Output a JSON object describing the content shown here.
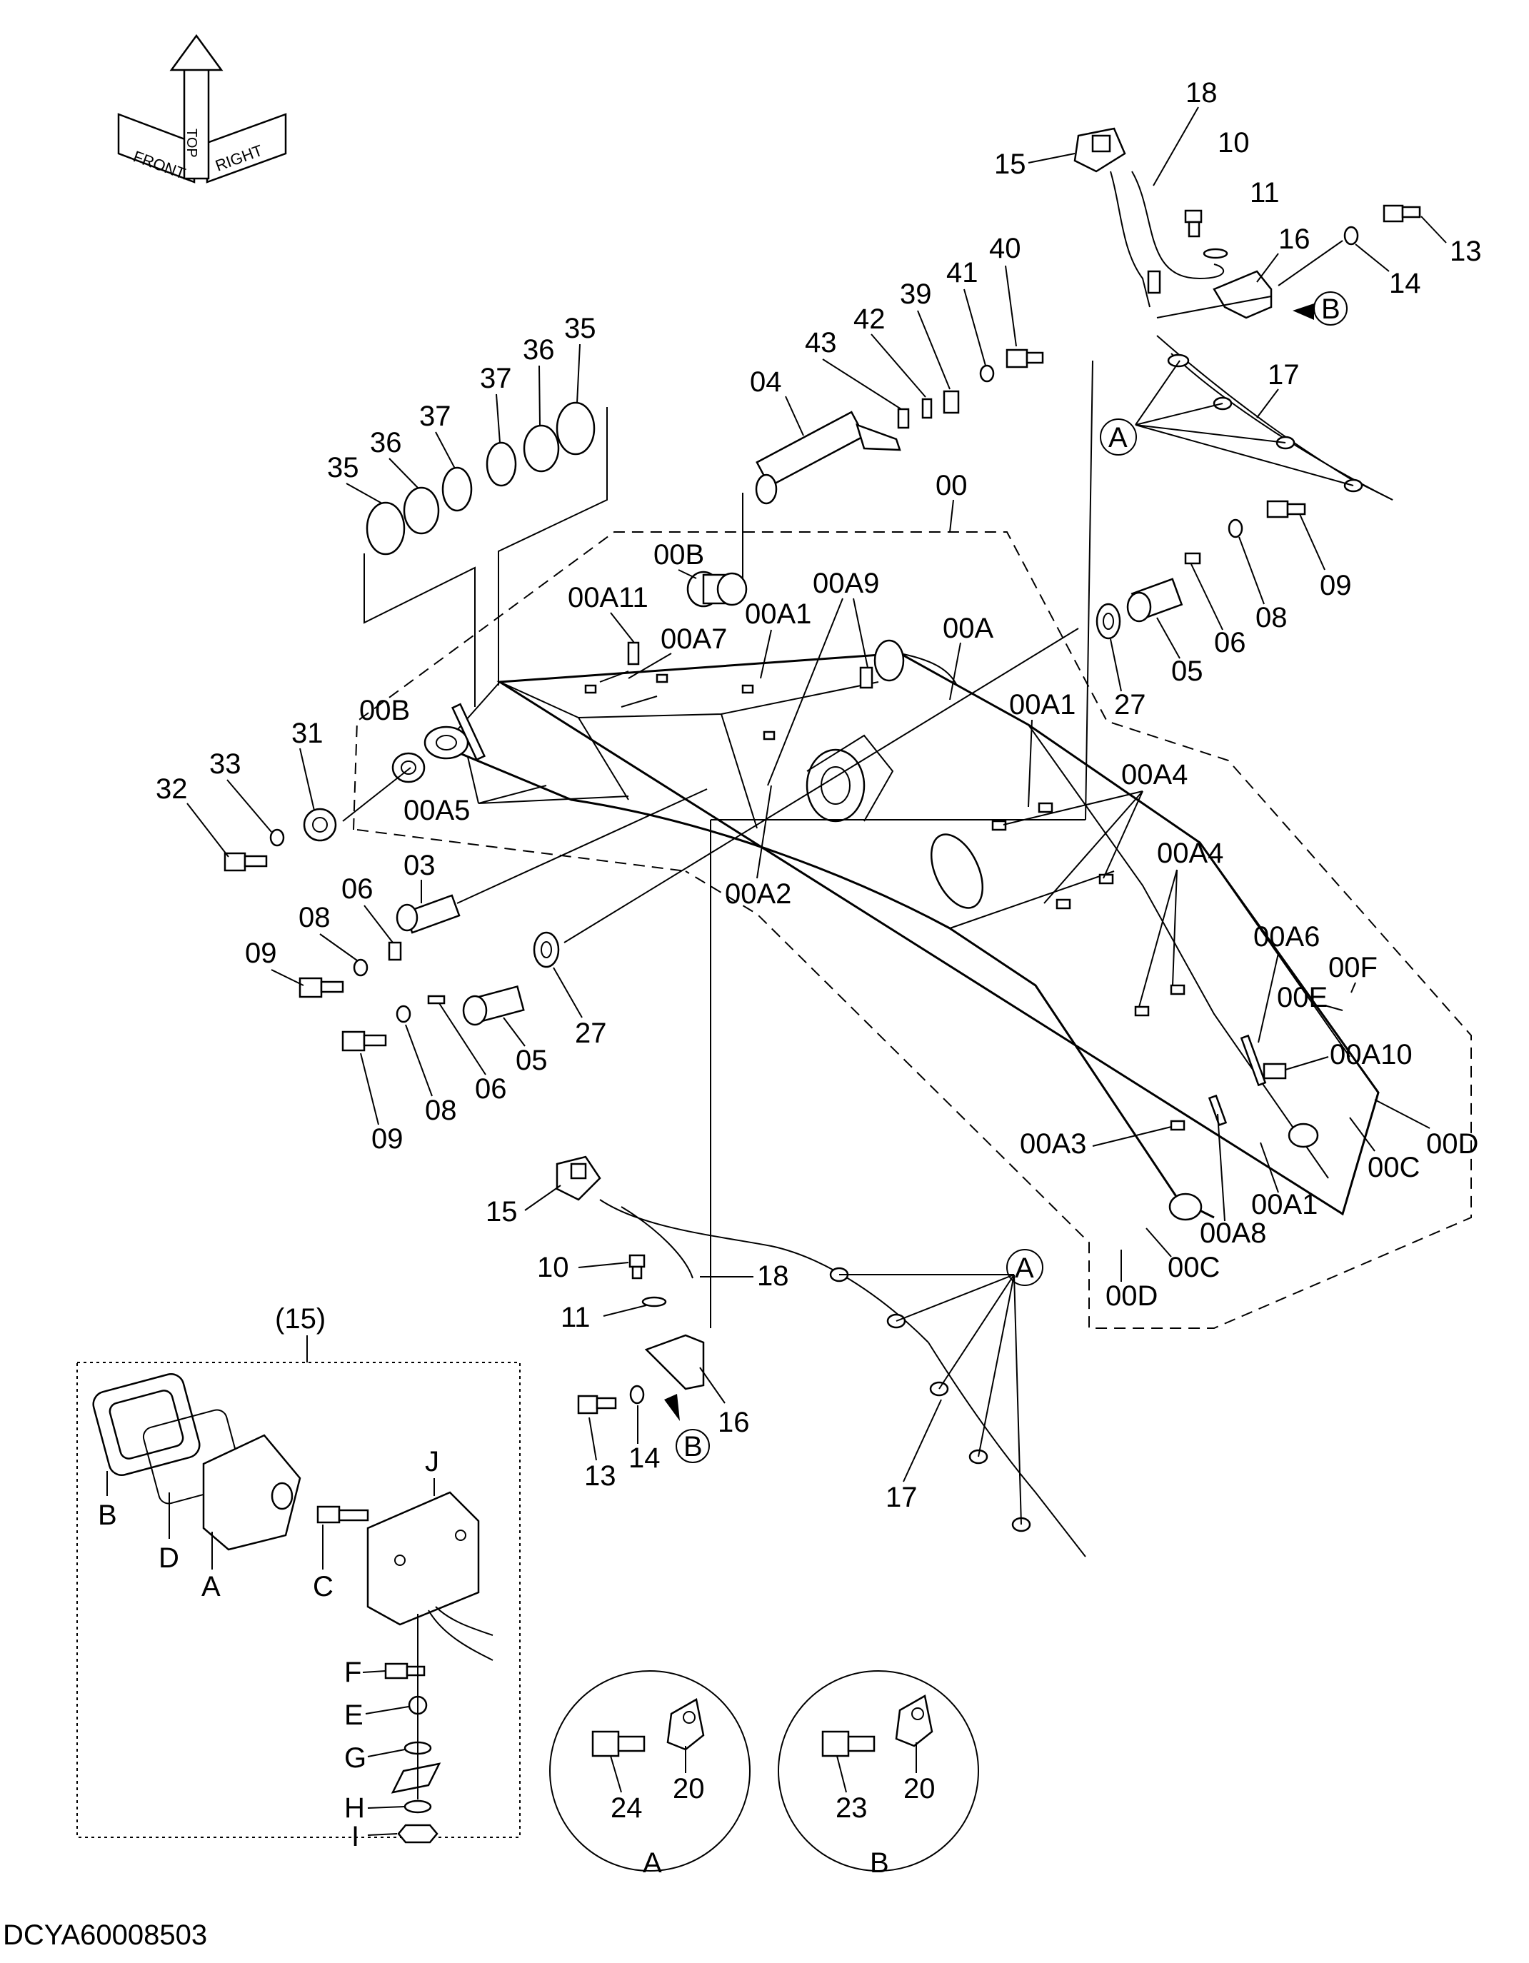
{
  "orientation": {
    "front": "FRONT",
    "top": "TOP",
    "right": "RIGHT"
  },
  "labels": {
    "l18a": "18",
    "l15a": "15",
    "l10a": "10",
    "l11a": "11",
    "l16a": "16",
    "lBa": "B",
    "l13a": "13",
    "l14a": "14",
    "l17a": "17",
    "lAa": "A",
    "l40": "40",
    "l41": "41",
    "l39": "39",
    "l42": "42",
    "l43": "43",
    "l04": "04",
    "l35a": "35",
    "l36a": "36",
    "l37a": "37",
    "l35b": "35",
    "l36b": "36",
    "l37b": "37",
    "l00": "00",
    "l00B_top": "00B",
    "l00A11": "00A11",
    "l00A9": "00A9",
    "l00A1_top": "00A1",
    "l00A7": "00A7",
    "l00A_top": "00A",
    "l09a": "09",
    "l08a": "08",
    "l06a": "06",
    "l05a": "05",
    "l27a": "27",
    "l00A1_mid": "00A1",
    "l00A4a": "00A4",
    "l00A4b": "00A4",
    "l00B_left": "00B",
    "l31": "31",
    "l33": "33",
    "l32": "32",
    "l00A5": "00A5",
    "l03": "03",
    "l00A2": "00A2",
    "l06b": "06",
    "l08b": "08",
    "l09b": "09",
    "l27b": "27",
    "l05b": "05",
    "l06c": "06",
    "l09c": "09",
    "l08c": "08",
    "l00A6": "00A6",
    "l00F": "00F",
    "l00E": "00E",
    "l00A10": "00A10",
    "l00A3": "00A3",
    "l00D_r": "00D",
    "l00C_r": "00C",
    "l00A1_bot": "00A1",
    "l00A8": "00A8",
    "l00C_b": "00C",
    "l00D_b": "00D",
    "l15b": "15",
    "l10b": "10",
    "l18b": "18",
    "l11b": "11",
    "lAb": "A",
    "l13b": "13",
    "l14b": "14",
    "l16b": "16",
    "lBb": "B",
    "l17b": "17",
    "l15paren": "(15)",
    "lJ": "J",
    "lBd": "B",
    "lDd": "D",
    "lAd": "A",
    "lCd": "C",
    "lFd": "F",
    "lEd": "E",
    "lGd": "G",
    "lHd": "H",
    "lId": "I",
    "l24": "24",
    "l20a": "20",
    "l23": "23",
    "l20b": "20",
    "lAc": "A",
    "lBc": "B"
  },
  "drawing_code": "DCYA60008503"
}
